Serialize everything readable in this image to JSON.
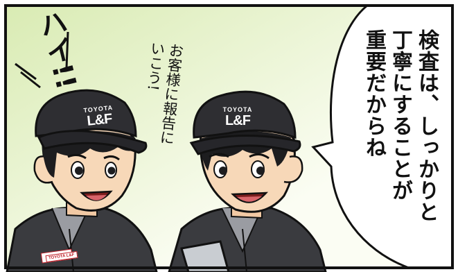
{
  "panel": {
    "speech_bubble_text": "検査は、しっかりと\n丁寧にすることが\n重要だからね",
    "shout_text": "ハイ!!",
    "aside_text": "お客様に報告に\nいこう!",
    "cap_logo_left": {
      "line1": "TOYOTA",
      "line2": "L&F"
    },
    "cap_logo_right": {
      "line1": "TOYOTA",
      "line2": "L&F"
    },
    "chest_badge": "TOYOTA L&F"
  },
  "colors": {
    "background_gradient": [
      "#d9ebb3",
      "#fbfdf3"
    ],
    "cap": "#2e2e32",
    "uniform": "#3a3b3f",
    "skin": "#f7d8b8",
    "hair": "#1d1d1f",
    "outline": "#111111",
    "badge_red": "#c0202a"
  }
}
